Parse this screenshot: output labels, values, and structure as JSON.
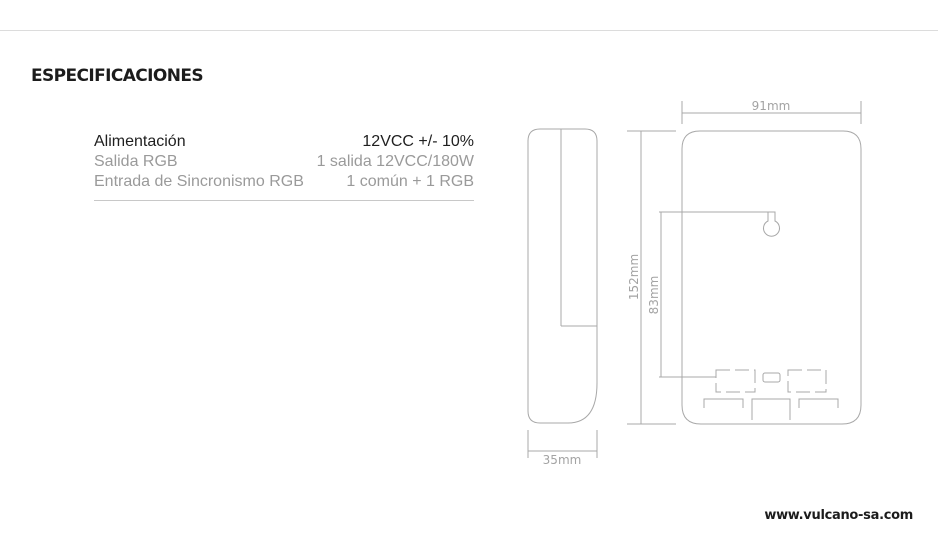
{
  "section_title": "ESPECIFICACIONES",
  "specs": [
    {
      "label": "Alimentación",
      "value": "12VCC +/- 10%"
    },
    {
      "label": "Salida RGB",
      "value": "1 salida 12VCC/180W"
    },
    {
      "label": "Entrada de Sincronismo RGB",
      "value": "1 común + 1 RGB"
    }
  ],
  "dimensions": {
    "width": "91mm",
    "height": "152mm",
    "mount_spacing": "83mm",
    "depth": "35mm"
  },
  "footer": {
    "url": "www.vulcano-sa.com"
  }
}
